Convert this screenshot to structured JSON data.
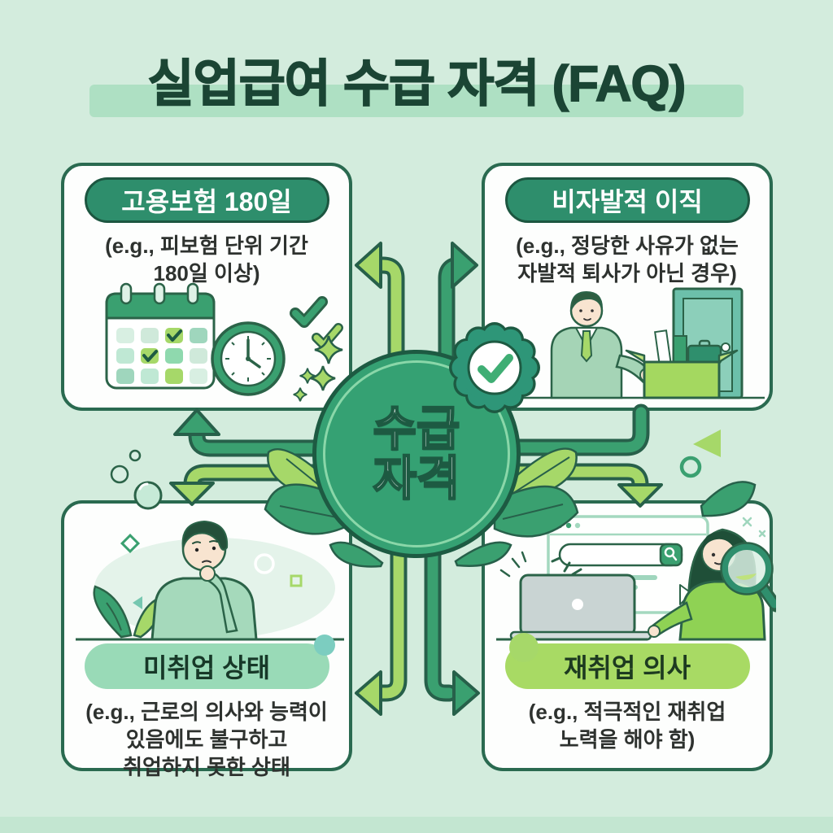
{
  "title": "실업급여 수급 자격 (FAQ)",
  "center": {
    "line1": "수급",
    "line2": "자격",
    "badge_icon": "badge-check"
  },
  "cards": [
    {
      "id": "employment-insurance-180-days",
      "header": "고용보험 180일",
      "body": "(e.g., 피보험 단위 기간\n180일 이상)",
      "illustration": "calendar-clock-checks"
    },
    {
      "id": "involuntary-separation",
      "header": "비자발적 이직",
      "body": "(e.g., 정당한 사유가 없는\n자발적 퇴사가 아닌 경우)",
      "illustration": "man-leaving-with-box-and-door"
    },
    {
      "id": "unemployed-status",
      "header": "미취업 상태",
      "body": "(e.g., 근로의 의사와 능력이\n있음에도 불구하고\n취업하지 못한 상태",
      "illustration": "thinking-person"
    },
    {
      "id": "reemployment-intent",
      "header": "재취업 의사",
      "body": "(e.g., 적극적인 재취업\n노력을 해야 함)",
      "illustration": "job-search-laptop-magnifier"
    }
  ],
  "colors": {
    "background": "#d3ecdd",
    "card_border": "#2a6a50",
    "title_text": "#1b4534",
    "title_highlight": "#aee0c3",
    "pill_dark_green": "#2e8e6c",
    "pill_soft_green": "#99dab7",
    "pill_lime": "#a8da64",
    "circle_fill": "#35a173",
    "arrow_green": "#3aa070",
    "arrow_lime": "#a6d869",
    "outline_dark": "#27604a"
  }
}
